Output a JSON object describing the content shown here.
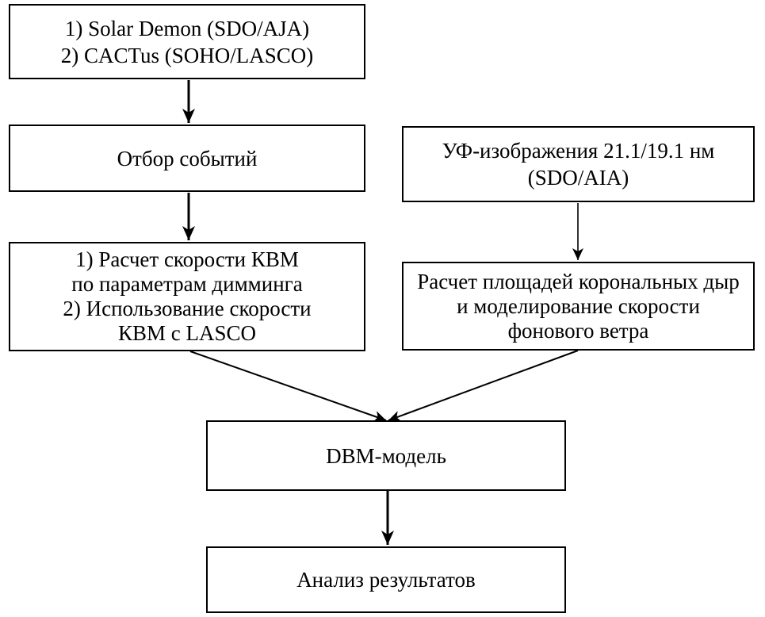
{
  "colors": {
    "stroke": "#000000",
    "background": "#ffffff"
  },
  "boxes": {
    "sources": {
      "lines": [
        "1) Solar Demon (SDO/AJA)",
        "2) CACTus (SOHO/LASCO)"
      ]
    },
    "selection": {
      "lines": [
        "Отбор событий"
      ]
    },
    "cme_speed": {
      "lines": [
        "1) Расчет скорости КВМ",
        "по параметрам димминга",
        "2) Использование скорости",
        "КВМ с LASCO"
      ]
    },
    "uv_images": {
      "lines": [
        "УФ-изображения 21.1/19.1 нм",
        "(SDO/AIA)"
      ]
    },
    "coronal_holes": {
      "lines": [
        "Расчет площадей корональных дыр",
        "и моделирование скорости",
        "фонового ветра"
      ]
    },
    "dbm": {
      "lines": [
        "DBM-модель"
      ]
    },
    "analysis": {
      "lines": [
        "Анализ результатов"
      ]
    }
  },
  "connections": [
    {
      "from": "sources",
      "to": "selection"
    },
    {
      "from": "selection",
      "to": "cme_speed"
    },
    {
      "from": "uv_images",
      "to": "coronal_holes"
    },
    {
      "from": "cme_speed",
      "to": "dbm"
    },
    {
      "from": "coronal_holes",
      "to": "dbm"
    },
    {
      "from": "dbm",
      "to": "analysis"
    }
  ]
}
